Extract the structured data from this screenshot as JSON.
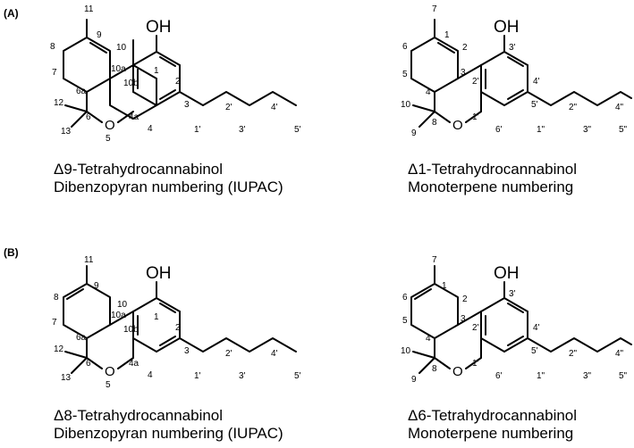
{
  "panels": [
    {
      "label": "(A)",
      "structures": [
        {
          "name": "Δ9-Tetrahydrocannabinol",
          "subtitle": "Dibenzopyran numbering (IUPAC)",
          "atom_labels": {
            "O_ring": "O",
            "OH": "OH"
          },
          "numbers": [
            "11",
            "9",
            "10",
            "8",
            "10a",
            "1",
            "7",
            "10b",
            "2",
            "6a",
            "3",
            "12",
            "6",
            "4a",
            "4",
            "2'",
            "4'",
            "1'",
            "3'",
            "5'",
            "13",
            "5"
          ]
        },
        {
          "name": "Δ1-Tetrahydrocannabinol",
          "subtitle": "Monoterpene numbering",
          "atom_labels": {
            "O_ring": "O",
            "OH": "OH"
          },
          "numbers": [
            "7",
            "1",
            "2",
            "6",
            "3'",
            "3",
            "2'",
            "4'",
            "5",
            "4",
            "5'",
            "10",
            "8",
            "1'",
            "6'",
            "2\"",
            "4\"",
            "1\"",
            "3\"",
            "5\"",
            "9"
          ]
        }
      ]
    },
    {
      "label": "(B)",
      "structures": [
        {
          "name": "Δ8-Tetrahydrocannabinol",
          "subtitle": "Dibenzopyran numbering (IUPAC)",
          "atom_labels": {
            "O_ring": "O",
            "OH": "OH"
          },
          "numbers": [
            "11",
            "9",
            "10",
            "8",
            "1",
            "7",
            "10a",
            "10b",
            "2",
            "6a",
            "3",
            "12",
            "6",
            "4a",
            "4",
            "2'",
            "4'",
            "1'",
            "3'",
            "5'",
            "13",
            "5"
          ]
        },
        {
          "name": "Δ6-Tetrahydrocannabinol",
          "subtitle": "Monoterpene numbering",
          "atom_labels": {
            "O_ring": "O",
            "OH": "OH"
          },
          "numbers": [
            "7",
            "1",
            "2",
            "6",
            "3'",
            "3",
            "2'",
            "4'",
            "5",
            "4",
            "5'",
            "10",
            "8",
            "1'",
            "6'",
            "2\"",
            "4\"",
            "1\"",
            "3\"",
            "5\"",
            "9"
          ]
        }
      ]
    }
  ]
}
